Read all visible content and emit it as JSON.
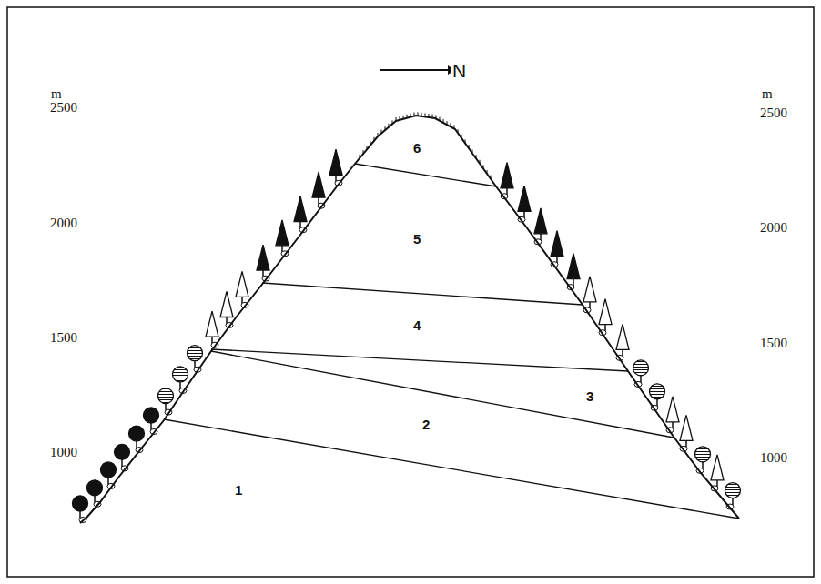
{
  "diagram": {
    "labels": [
      "N",
      "m",
      "2500",
      "2000",
      "1500",
      "1000",
      "m",
      "2500",
      "2000",
      "1500",
      "1000",
      "6",
      "5",
      "4",
      "3",
      "2",
      "1"
    ]
  }
}
